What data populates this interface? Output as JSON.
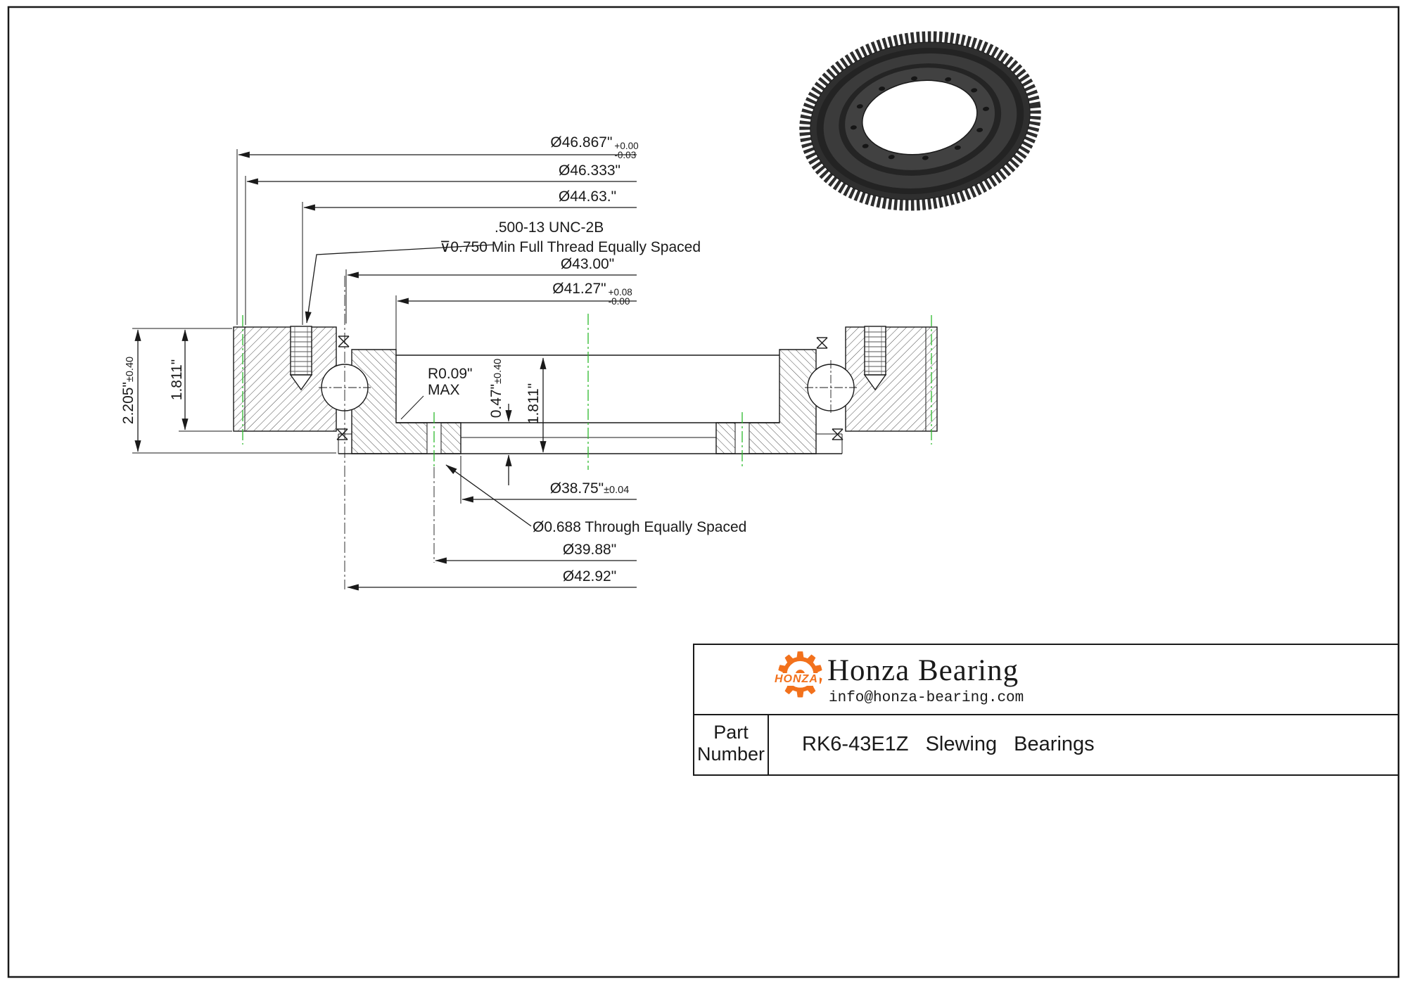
{
  "colors": {
    "line": "#1a1a1a",
    "centerline_green": "#2db92d",
    "brand_orange": "#f2711c"
  },
  "dims": {
    "od": {
      "v": "Ø46.867\"",
      "tp": "+0.00",
      "tm": "-0.03"
    },
    "od_root": "Ø46.333\"",
    "d4463": "Ø44.63.\"",
    "thread1": ".500-13 UNC-2B",
    "thread2": "⊽0.750 Min Full Thread Equally Spaced",
    "d4300": "Ø43.00\"",
    "bore": {
      "v": "Ø41.27\"",
      "tp": "+0.08",
      "tm": "-0.00"
    },
    "h_total": {
      "v": "2.205\"",
      "t": "±0.40"
    },
    "h_outer": "1.811\"",
    "r_max_1": "R0.09\"",
    "r_max_2": "MAX",
    "step": {
      "v": "0.47\"",
      "t": "±0.40"
    },
    "h_inner": "1.811\"",
    "d3875": {
      "v": "Ø38.75\"",
      "t": "±0.04"
    },
    "hole_note": "Ø0.688 Through Equally Spaced",
    "d3988": "Ø39.88\"",
    "d4292": "Ø42.92\""
  },
  "title_block": {
    "gear_glyph": "⚙",
    "logo_text": "HONZA",
    "brand": "Honza Bearing",
    "email": "info@honza-bearing.com",
    "part_label_1": "Part",
    "part_label_2": "Number",
    "part_value": "RK6-43E1Z Slewing Bearings"
  }
}
